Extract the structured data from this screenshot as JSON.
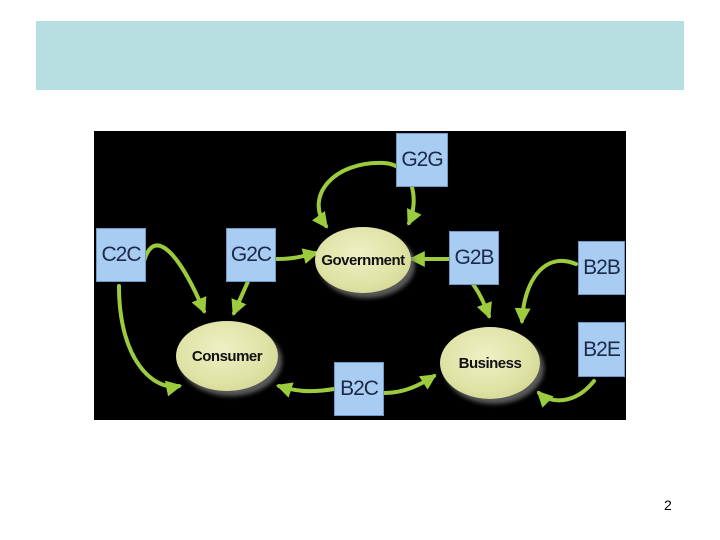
{
  "slide": {
    "page_number": "2"
  },
  "diagram": {
    "nodes": {
      "government": "Government",
      "consumer": "Consumer",
      "business": "Business"
    },
    "labels": {
      "g2g": "G2G",
      "c2c": "C2C",
      "g2c": "G2C",
      "g2b": "G2B",
      "b2b": "B2B",
      "b2e": "B2E",
      "b2c": "B2C"
    },
    "colors": {
      "title_bar": "#b7dfe1",
      "background": "#000000",
      "label_box": "#a9cdf2",
      "node_fill": "#dfe3a6",
      "arrow": "#9ccc3d"
    }
  }
}
